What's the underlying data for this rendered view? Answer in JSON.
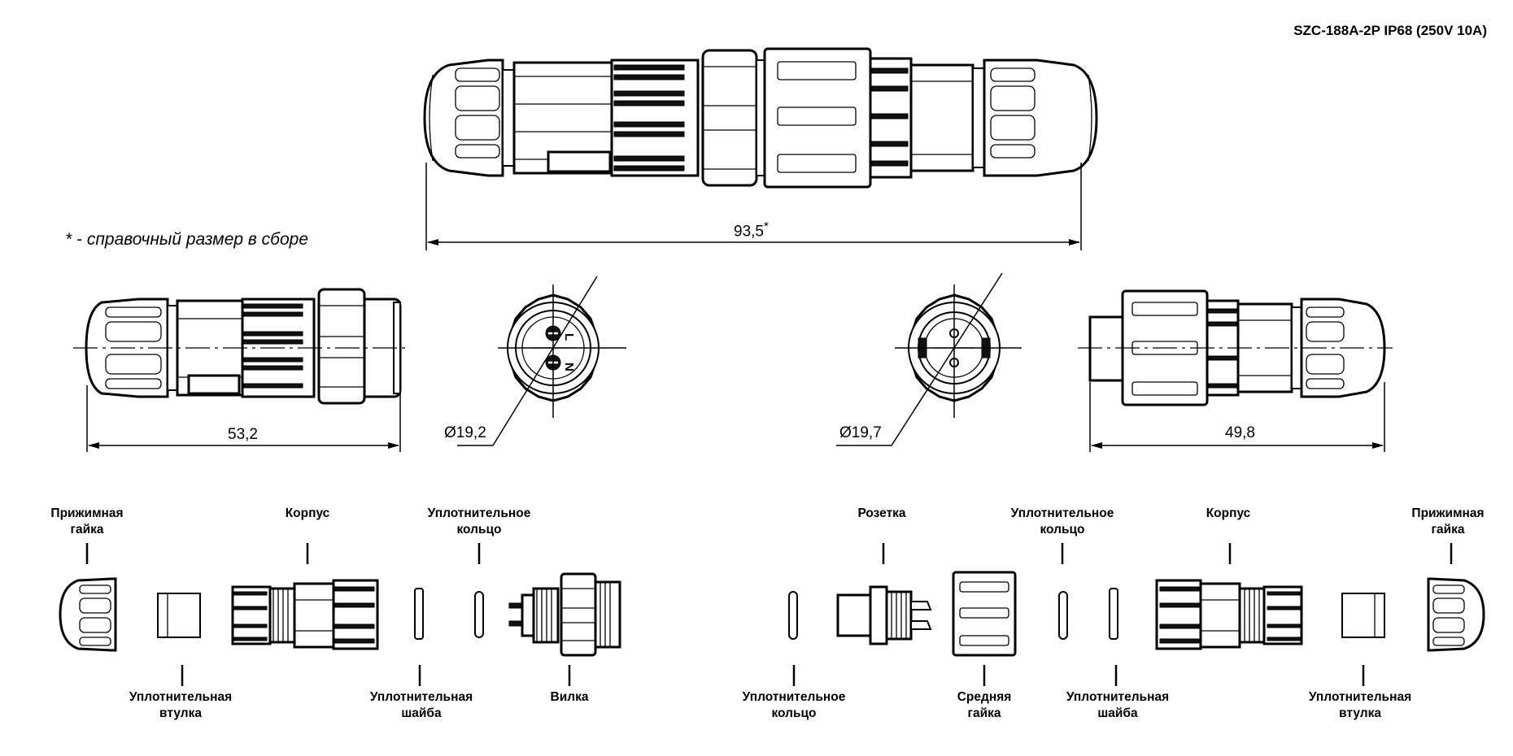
{
  "title": "SZC-188A-2P IP68 (250V 10A)",
  "note": "* - справочный размер в сборе",
  "dimensions": {
    "total_length": "93,5",
    "total_length_mark": "*",
    "plug_length": "53,2",
    "socket_length": "49,8",
    "plug_diameter": "Ø19,2",
    "socket_diameter": "Ø19,7"
  },
  "face_marks": {
    "live": "L",
    "neutral": "N"
  },
  "parts_left": {
    "clamp_nut": [
      "Прижимная",
      "гайка"
    ],
    "housing": [
      "Корпус"
    ],
    "o_ring": [
      "Уплотнительное",
      "кольцо"
    ],
    "bushing": [
      "Уплотнительная",
      "втулка"
    ],
    "washer": [
      "Уплотнительная",
      "шайба"
    ],
    "plug": [
      "Вилка"
    ]
  },
  "parts_right": {
    "socket": [
      "Розетка"
    ],
    "o_ring_top": [
      "Уплотнительное",
      "кольцо"
    ],
    "housing": [
      "Корпус"
    ],
    "clamp_nut": [
      "Прижимная",
      "гайка"
    ],
    "o_ring_bottom": [
      "Уплотнительное",
      "кольцо"
    ],
    "middle_nut": [
      "Средняя",
      "гайка"
    ],
    "washer": [
      "Уплотнительная",
      "шайба"
    ],
    "bushing": [
      "Уплотнительная",
      "втулка"
    ]
  }
}
